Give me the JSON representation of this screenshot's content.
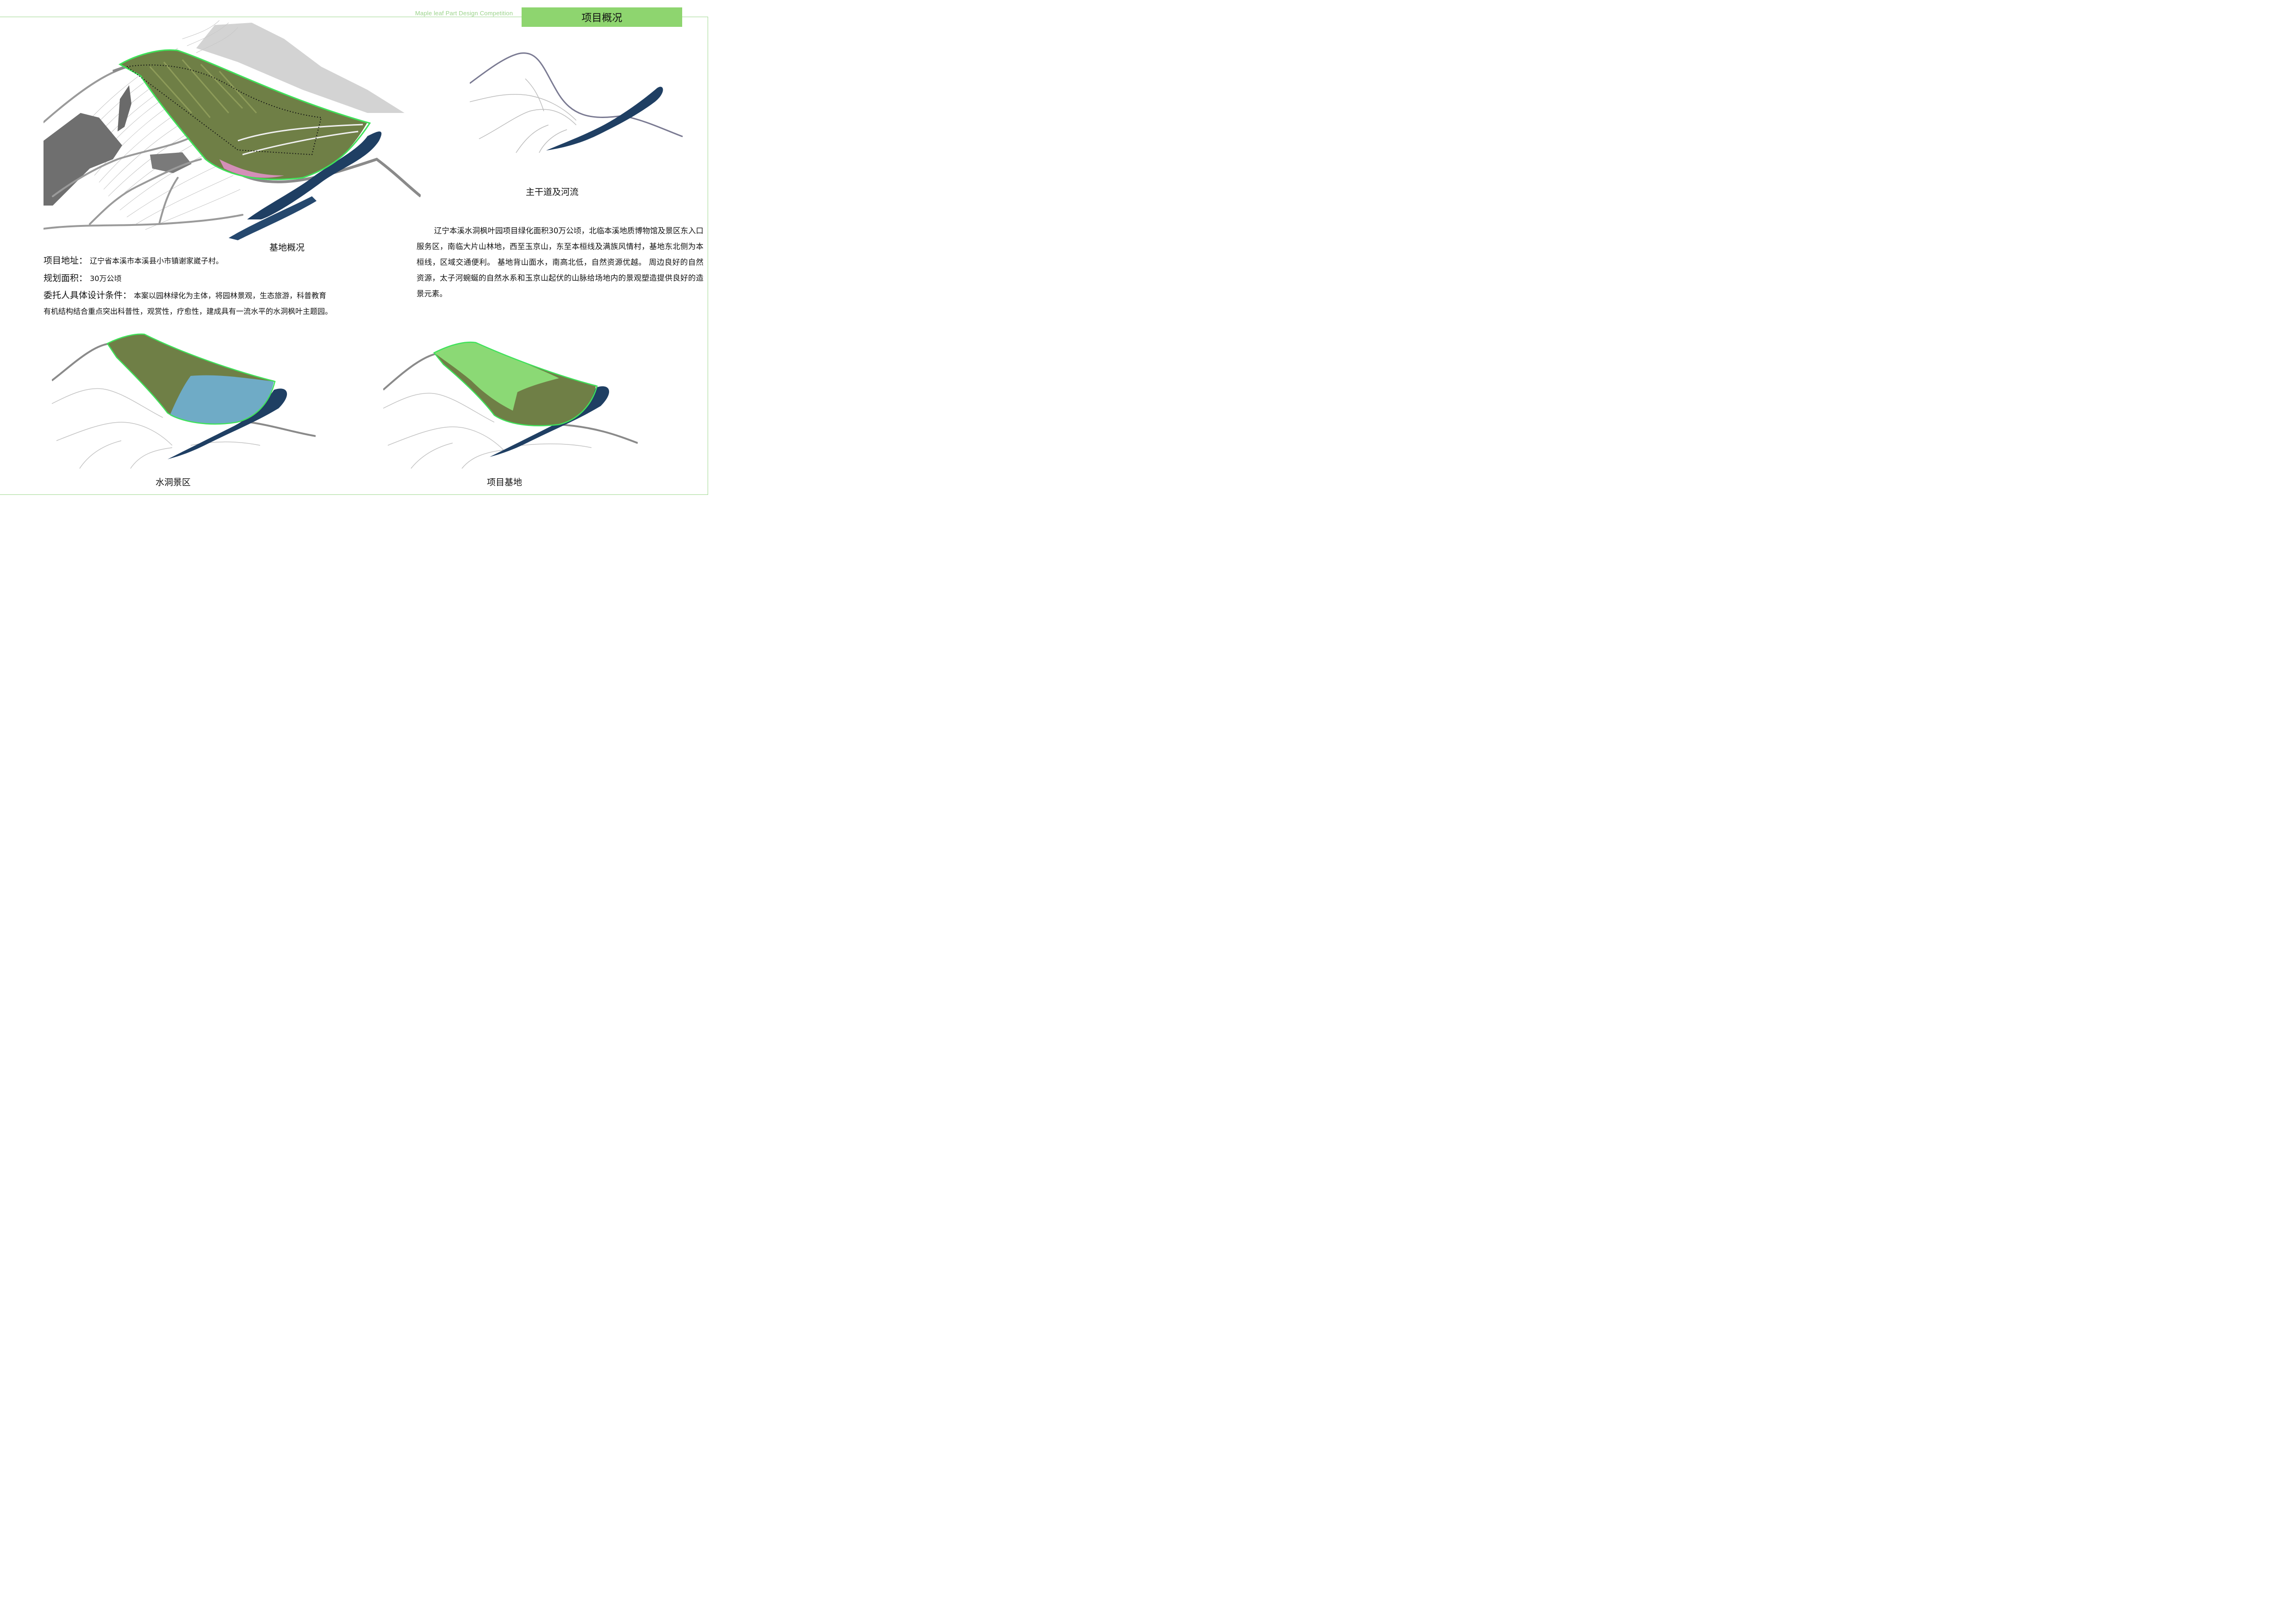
{
  "header": {
    "competition": "Maple leaf Part Design Competition",
    "title": "项目概况"
  },
  "captions": {
    "site_overview": "基地概况",
    "roads_rivers": "主干道及河流",
    "shuidong": "水洞景区",
    "project_site": "项目基地"
  },
  "info": {
    "address_label": "项目地址：",
    "address_value": "辽宁省本溪市本溪县小市镇谢家崴子村。",
    "area_label": "规划面积：",
    "area_value": "30万公顷",
    "conditions_label": "委托人具体设计条件：",
    "conditions_value_1": "本案以园林绿化为主体，将园林景观，生态旅游，科普教育",
    "conditions_value_2": "有机结构结合重点突出科普性，观赏性，疗愈性，建成具有一流水平的水洞枫叶主题园。"
  },
  "description": "辽宁本溪水洞枫叶园项目绿化面积30万公顷，北临本溪地质博物馆及景区东入口服务区，南临大片山林地，西至玉京山，东至本桓线及满族风情村，基地东北侧为本桓线，区域交通便利。 基地背山面水，南高北低，自然资源优越。 周边良好的自然资源，太子河蜿蜒的自然水系和玉京山起伏的山脉给场地内的景观塑造提供良好的造景元素。",
  "colors": {
    "accent_green": "#8ed56f",
    "frame_green": "#9fd88f",
    "site_outline": "#3fe35a",
    "river": "#1f3f63",
    "scenic_blue": "#6fb7e6",
    "project_green": "#8ee37a"
  }
}
